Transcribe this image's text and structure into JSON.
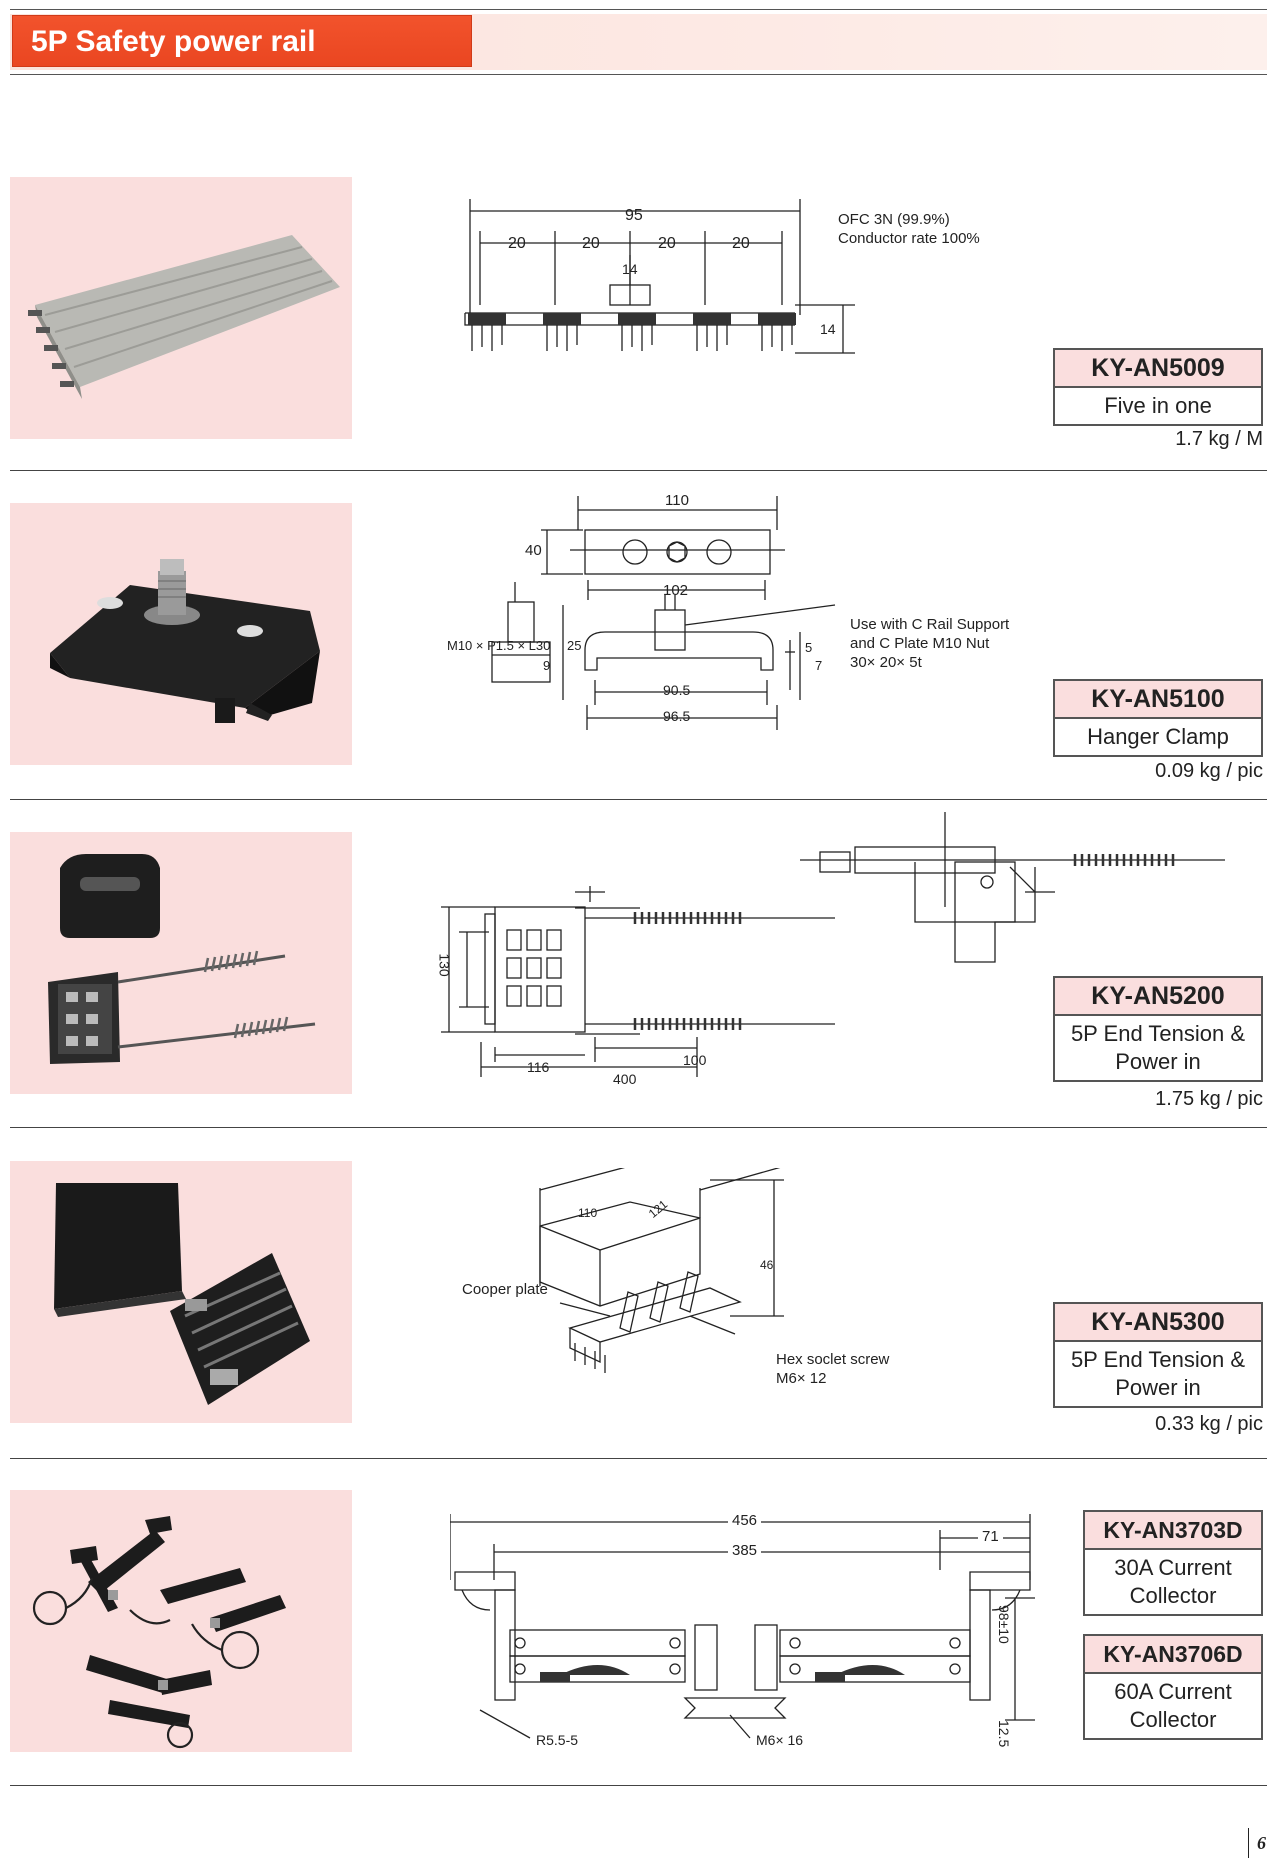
{
  "header": {
    "title": "5P Safety power rail"
  },
  "products": [
    {
      "code": "KY-AN5009",
      "description": "Five in one",
      "weight": "1.7 kg / M",
      "notes": [
        "OFC 3N (99.9%)",
        "Conductor rate 100%"
      ],
      "dims": [
        "95",
        "20",
        "20",
        "20",
        "20",
        "14",
        "14"
      ]
    },
    {
      "code": "KY-AN5100",
      "description": "Hanger Clamp",
      "weight": "0.09 kg / pic",
      "notes": [
        "Use with C Rail Support",
        "and C Plate M10 Nut",
        "30× 20× 5t"
      ],
      "dims": [
        "110",
        "40",
        "102",
        "M10 × P1.5 × L30",
        "25",
        "9",
        "5",
        "7",
        "90.5",
        "96.5"
      ]
    },
    {
      "code": "KY-AN5200",
      "description": "5P End Tension & Power in",
      "weight": "1.75 kg / pic",
      "dims": [
        "130",
        "116",
        "400",
        "100"
      ]
    },
    {
      "code": "KY-AN5300",
      "description": "5P End Tension & Power in",
      "weight": "0.33 kg / pic",
      "notes": [
        "Cooper plate",
        "Hex soclet screw",
        "M6× 12"
      ],
      "dims": [
        "110",
        "121",
        "46"
      ]
    },
    {
      "codes": [
        {
          "code": "KY-AN3703D",
          "description": "30A Current Collector"
        },
        {
          "code": "KY-AN3706D",
          "description": "60A Current Collector"
        }
      ],
      "dims": [
        "456",
        "385",
        "71",
        "98±10",
        "12.5",
        "R5.5-5",
        "M6× 16"
      ]
    }
  ],
  "page_number": "6"
}
